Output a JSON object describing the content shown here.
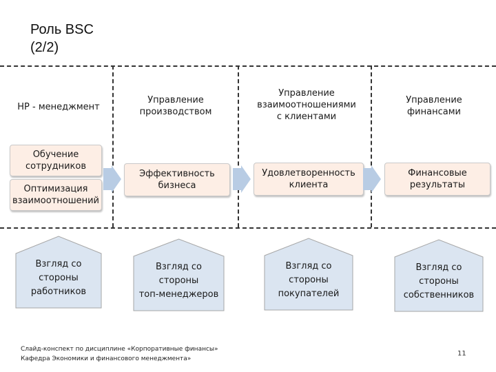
{
  "title": {
    "line1": "Роль BSC",
    "line2": "(2/2)"
  },
  "columns": [
    {
      "header": [
        "HP - менеджмент"
      ],
      "boxes": [
        "Обучение сотрудников",
        "Оптимизация взаимоотношений"
      ],
      "view": [
        "Взгляд со",
        "стороны",
        "работников"
      ]
    },
    {
      "header": [
        "Управление",
        "производством"
      ],
      "boxes": [
        "Эффективность бизнеса"
      ],
      "view": [
        "Взгляд со",
        "стороны",
        "топ-менеджеров"
      ]
    },
    {
      "header": [
        "Управление",
        "взаимоотношениями",
        "с клиентами"
      ],
      "boxes": [
        "Удовлетворенность клиента"
      ],
      "view": [
        "Взгляд со",
        "стороны",
        "покупателей"
      ]
    },
    {
      "header": [
        "Управление",
        "финансами"
      ],
      "boxes": [
        "Финансовые результаты"
      ],
      "view": [
        "Взгляд со",
        "стороны",
        "собственников"
      ]
    }
  ],
  "footer": {
    "line1": "Слайд-конспект по дисциплине «Корпоративные финансы»",
    "line2": "Кафедра Экономики и финансового менеджмента»"
  },
  "page_number": "11",
  "colors": {
    "box_fill": "#fdeee5",
    "arrow_fill": "#b8cce4",
    "house_fill": "#dbe5f1"
  }
}
